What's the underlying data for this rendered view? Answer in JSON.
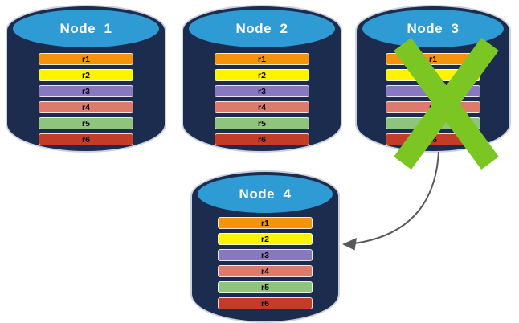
{
  "diagram": {
    "colors": {
      "background": "#FFFFFF",
      "cylinder_body": "#1C2C4F",
      "cylinder_top": "#2E9BD5",
      "title_text": "#FFFFFF",
      "row_text": "#000000",
      "cross": "#7CC623",
      "arrow": "#595959"
    },
    "rows": [
      {
        "label": "r1",
        "color": "#F7930A"
      },
      {
        "label": "r2",
        "color": "#FFF400"
      },
      {
        "label": "r3",
        "color": "#8878C0"
      },
      {
        "label": "r4",
        "color": "#DD7A6B"
      },
      {
        "label": "r5",
        "color": "#8FC47D"
      },
      {
        "label": "r6",
        "color": "#C43C28"
      }
    ],
    "nodes": [
      {
        "title": "Node  1",
        "status": "active"
      },
      {
        "title": "Node  2",
        "status": "active"
      },
      {
        "title": "Node  3",
        "status": "failed"
      },
      {
        "title": "Node  4",
        "status": "active"
      }
    ],
    "annotations": {
      "cross_icon": "x-mark-over-node-3",
      "arrow": {
        "from": "Node  3",
        "to": "Node  4"
      }
    }
  }
}
